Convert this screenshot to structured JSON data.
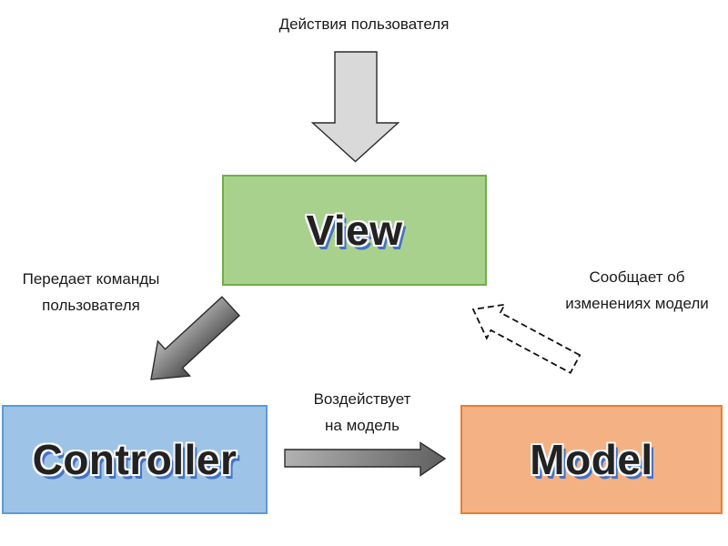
{
  "diagram": {
    "type": "mvc-pattern-diagram",
    "nodes": {
      "view": {
        "label": "View",
        "fill": "#A9D18E",
        "border": "#70AD47"
      },
      "controller": {
        "label": "Controller",
        "fill": "#9DC3E6",
        "border": "#5B9BD5"
      },
      "model": {
        "label": "Model",
        "fill": "#F4B183",
        "border": "#ED7D31"
      }
    },
    "edges": {
      "user_to_view": {
        "label": "Действия пользователя",
        "style": "solid-light-gray-block-arrow-down"
      },
      "view_to_controller": {
        "label": "Передает команды\nпользователя",
        "style": "solid-dark-gray-block-arrow-diagonal"
      },
      "controller_to_model": {
        "label": "Воздействует\nна модель",
        "style": "solid-gray-gradient-block-arrow-right"
      },
      "model_to_view": {
        "label": "Сообщает об\nизменениях модели",
        "style": "dashed-outline-block-arrow-up-left"
      }
    },
    "theme": {
      "background": "#FFFFFF",
      "text_color": "#1A1A1A",
      "label_shadow_blue": "#4472C4",
      "arrow_light_gray": "#D9D9D9",
      "arrow_gradient_light": "#ABABAB",
      "arrow_gradient_dark": "#575757",
      "arrow_outline": "#2B2B2B"
    }
  }
}
